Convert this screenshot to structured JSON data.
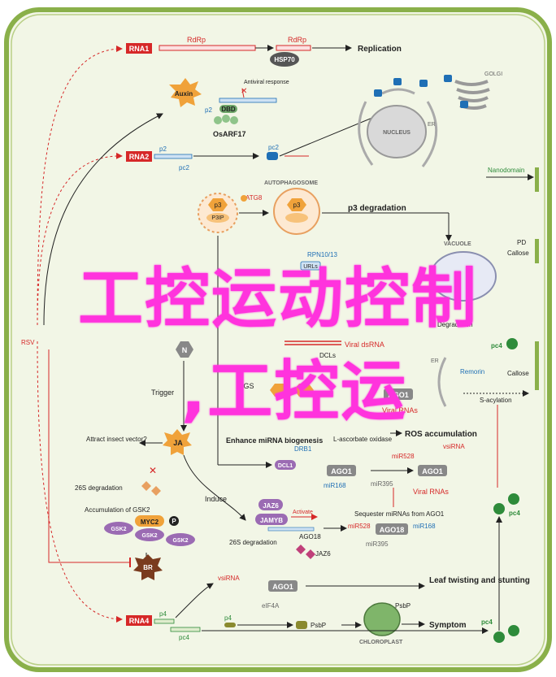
{
  "labels": {
    "rna1": "RNA1",
    "rdrp_left": "RdRp",
    "rdrp_right": "RdRp",
    "hsp70": "HSP70",
    "replication": "Replication",
    "auxin": "Auxin",
    "antiviral_response": "Antiviral response",
    "dbd": "DBD",
    "p2_top": "p2",
    "osarf17": "OsARF17",
    "rna2": "RNA2",
    "p2_mid": "p2",
    "pc2_mid": "pc2",
    "pc2_right": "pc2",
    "golgi": "GOLGI",
    "nucleus": "NUCLEUS",
    "er_top": "ER",
    "nanodomain": "Nanodomain",
    "autophagosome": "AUTOPHAGOSOME",
    "atg8": "ATG8",
    "p3ip": "P3IP",
    "p3_a": "p3",
    "p3_b": "p3",
    "p3_degradation": "p3 degradation",
    "vacuole": "VACUOLE",
    "pd": "PD",
    "callose_top": "Callose",
    "rpn10": "RPN10/13",
    "urls": "URLs",
    "rsv": "RSV",
    "degradation_right": "Degradation",
    "pc4_right": "pc4",
    "viral_dsrna": "Viral dsRNA",
    "dcls": "DCLs",
    "er_right": "ER",
    "remorin": "Remorin",
    "callose_bottom": "Callose",
    "n_badge": "N",
    "trigger": "Trigger",
    "tgs": "TGS",
    "ago1_a": "AGO1",
    "viral_rnas_a": "Viral RNAs",
    "s_acylation": "S-acylation",
    "attract_insect": "Attract insect vector?",
    "ja": "JA",
    "enhance_mirna": "Enhance miRNA biogenesis",
    "drb1": "DRB1",
    "dcl1": "DCL1",
    "l_ascorbate": "L-ascorbate oxidase",
    "ros_accumulation": "ROS accumulation",
    "mir528_a": "miR528",
    "vsirna_a": "vsiRNA",
    "ago1_b": "AGO1",
    "ago1_c": "AGO1",
    "mir168_a": "miR168",
    "mir395_a": "miR395",
    "viral_rnas_b": "Viral RNAs",
    "s26_degradation_a": "26S degradation",
    "accumulation_gsk2": "Accumulation of GSK2",
    "myc2": "MYC2",
    "p_badge": "P",
    "gsk2_a": "GSK2",
    "gsk2_b": "GSK2",
    "gsk2_c": "GSK2",
    "induce": "Induce",
    "jaz6_a": "JAZ6",
    "jamyb": "JAMYB",
    "activate": "Activate",
    "ago18": "AGO18",
    "sequester": "Sequester miRNAs from AGO1",
    "mir528_b": "miR528",
    "ago18_b": "AGO18",
    "mir168_b": "miR168",
    "mir395_b": "miR395",
    "s26_degradation_b": "26S degradation",
    "jaz6_b": "JAZ6",
    "pc4_mid": "pc4",
    "br": "BR",
    "vsirna_b": "vsiRNA",
    "ago1_d": "AGO1",
    "elf4a": "eIF4A",
    "leaf_twisting": "Leaf twisting and stunting",
    "psbp_top": "PsbP",
    "p4_top": "p4",
    "p4_mid": "p4",
    "psbp_mid": "PsbP",
    "symptom": "Symptom",
    "chloroplast": "CHLOROPLAST",
    "rna4": "RNA4",
    "p4_bottom": "p4",
    "pc4_bottom_left": "pc4",
    "pc4_bottom_right": "pc4"
  },
  "overlay": {
    "line1": "工控运动控制",
    "line2": ",工控运"
  },
  "colors": {
    "cell_fill": "#f2f6e6",
    "cell_border": "#8ab04a",
    "red": "#d62828",
    "blue": "#1f6fb5",
    "green": "#2e8b3a",
    "orange": "#f0a23a",
    "purple": "#9b6bb3",
    "overlay": "#ff33dd"
  }
}
